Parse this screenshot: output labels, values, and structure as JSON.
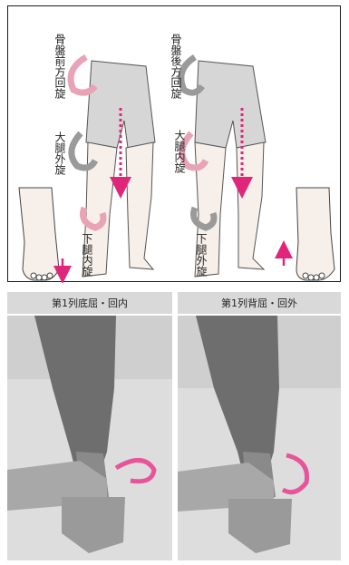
{
  "illustration": {
    "left_figure": {
      "pelvis_label": "骨盤前方回旋",
      "thigh_label": "大腿外旋",
      "shank_label": "下腿内旋"
    },
    "right_figure": {
      "pelvis_label": "骨盤後方回旋",
      "thigh_label": "大腿内旋",
      "shank_label": "下腿外旋"
    }
  },
  "photos": [
    {
      "caption": "第1列底屈・回内"
    },
    {
      "caption": "第1列背屈・回外"
    }
  ],
  "colors": {
    "accent_magenta": "#e0267a",
    "arrow_pink": "#e8a3b6",
    "arrow_gray": "#9a9a9a",
    "shorts_gray": "#d6d6d6",
    "skin_light": "#f7efe9",
    "caption_bg": "#d9d9d9",
    "frame_border": "#1a1a1a"
  }
}
